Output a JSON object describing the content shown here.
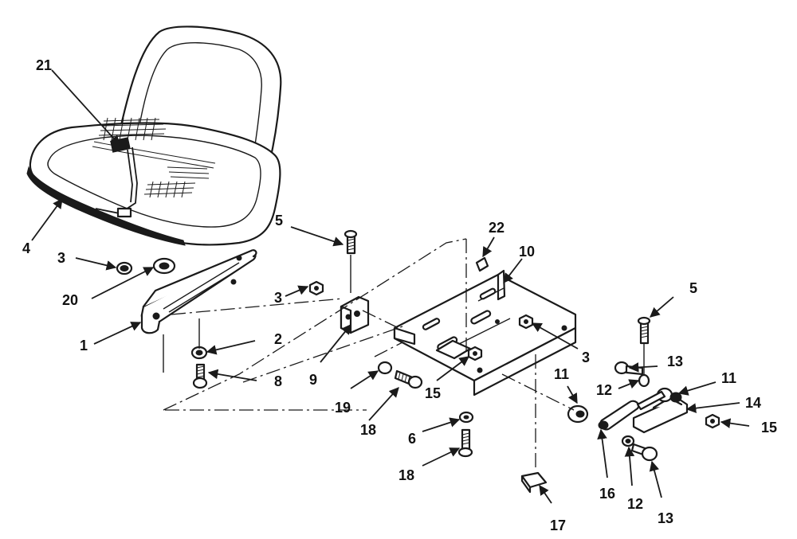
{
  "callouts": {
    "c21": "21",
    "c4": "4",
    "c3_left": "3",
    "c20": "20",
    "c1": "1",
    "c5_top": "5",
    "c3_mid": "3",
    "c2": "2",
    "c8": "8",
    "c9": "9",
    "c19": "19",
    "c18_top": "18",
    "c15_mid": "15",
    "c22": "22",
    "c10": "10",
    "c3_right": "3",
    "c5_right": "5",
    "c13_top": "13",
    "c11_mid": "11",
    "c12_top": "12",
    "c11_right": "11",
    "c14": "14",
    "c15_right": "15",
    "c6": "6",
    "c18_bottom": "18",
    "c16": "16",
    "c12_bottom": "12",
    "c13_bottom": "13",
    "c17": "17"
  }
}
